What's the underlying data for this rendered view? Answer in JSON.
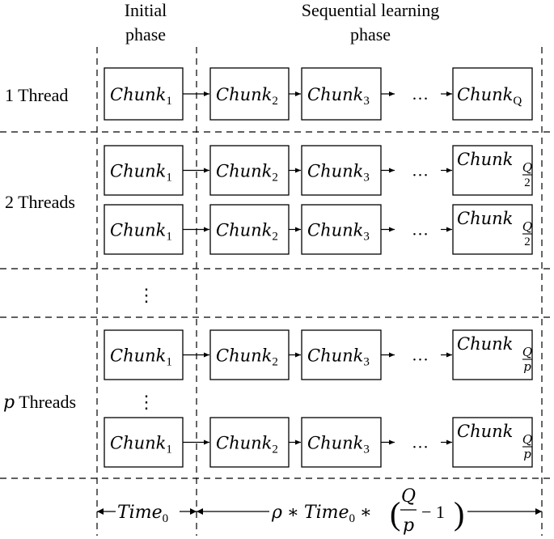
{
  "header": {
    "initial_line1": "Initial",
    "initial_line2": "phase",
    "seq_line1": "Sequential learning",
    "seq_line2": "phase"
  },
  "rows": {
    "thread1": "1 Thread",
    "thread2": "2 Threads",
    "threadp_var": "p",
    "threadp_rest": " Threads"
  },
  "chunk": {
    "word": "Chunk",
    "sub1": "1",
    "sub2": "2",
    "sub3": "3",
    "subQ": "Q",
    "frac_num": "Q",
    "frac_den2": "2",
    "frac_denp": "p"
  },
  "ellipsis": "…",
  "vdots": "⋮",
  "timeline": {
    "time_word": "Time",
    "time_sub": "0",
    "rho": "ρ",
    "star": "∗",
    "Q": "Q",
    "p": "p",
    "minus_one": "− 1",
    "lparen": "(",
    "rparen": ")"
  }
}
